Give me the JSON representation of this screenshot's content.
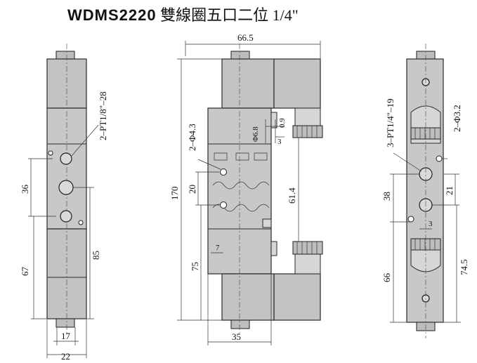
{
  "title": {
    "model": "WDMS2220",
    "description": "雙線圈五口二位",
    "size": "1/4\""
  },
  "dimensions": {
    "overall_width": "66.5",
    "overall_height": "170",
    "mount_hole": "2–Φ4.3",
    "port_spacing_front": "20",
    "port_offset_front": "75",
    "screw_dia": "Φ6.8",
    "offset_small": "0.9",
    "offset_3": "3",
    "port_gap": "61.4",
    "offset_7": "7",
    "body_width": "35",
    "pilot_ports": "2–PT1/8\"–28",
    "side_spacing": "36",
    "side_height_67": "67",
    "side_height_85": "85",
    "side_width_17": "17",
    "side_width_22": "22",
    "main_ports": "3–PT1/4\"–19",
    "back_hole": "2–Φ3.2",
    "back_38": "38",
    "back_21": "21",
    "back_3": "3",
    "back_66": "66",
    "back_74_5": "74.5"
  },
  "colors": {
    "body_fill": "#c8c8c8",
    "line": "#2a2a2a"
  }
}
